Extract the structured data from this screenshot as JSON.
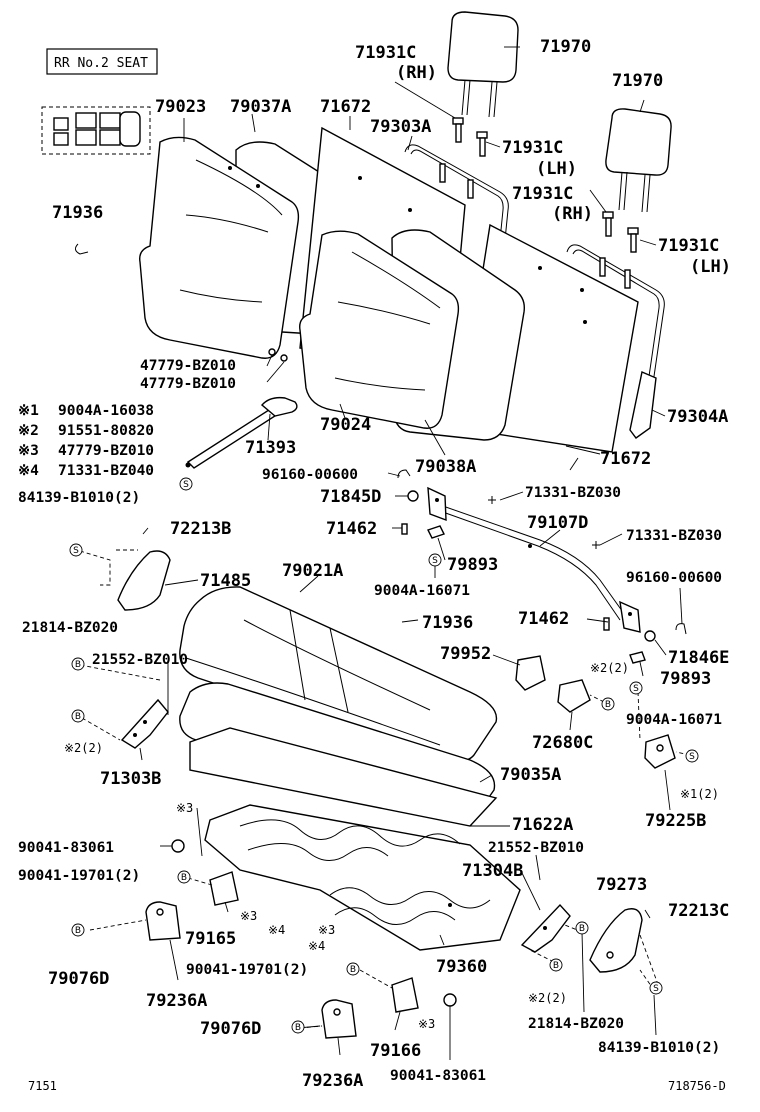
{
  "header": {
    "seat_tag": "RR No.2 SEAT"
  },
  "footer": {
    "left_code": "7151",
    "right_code": "718756-D"
  },
  "legend": [
    {
      "mark": "※1",
      "part": "9004A-16038"
    },
    {
      "mark": "※2",
      "part": "91551-80820"
    },
    {
      "mark": "※3",
      "part": "47779-BZ010"
    },
    {
      "mark": "※4",
      "part": "71331-BZ040"
    }
  ],
  "symbols": {
    "s": "S",
    "b": "B"
  },
  "labels": {
    "l71931c_rh_top": "71931C",
    "rh_top": "(RH)",
    "l71970_top": "71970",
    "l71970_right": "71970",
    "l79023": "79023",
    "l79037a": "79037A",
    "l71672_top": "71672",
    "l79303a": "79303A",
    "l71931c_lh_top": "71931C",
    "lh_top": "(LH)",
    "l71931c_rh_mid": "71931C",
    "rh_mid": "(RH)",
    "l71931c_lh_mid": "71931C",
    "lh_mid": "(LH)",
    "l71936_left": "71936",
    "l47779_a": "47779-BZ010",
    "l47779_b": "47779-BZ010",
    "l71393": "71393",
    "l79024": "79024",
    "l79038a": "79038A",
    "l71672_bot": "71672",
    "l79304a": "79304A",
    "l96160_a": "96160-00600",
    "l71331_bz030_a": "71331-BZ030",
    "l71845d": "71845D",
    "l79107d": "79107D",
    "l71462_a": "71462",
    "l71331_bz030_b": "71331-BZ030",
    "l79893_a": "79893",
    "l9004a_a": "9004A-16071",
    "l96160_b": "96160-00600",
    "l84139_left": "84139-B1010(2)",
    "l72213b": "72213B",
    "l71485": "71485",
    "l79021a": "79021A",
    "l71936_mid": "71936",
    "l71462_b": "71462",
    "l21814_left": "21814-BZ020",
    "l21552_left": "21552-BZ010",
    "l79952": "79952",
    "l71846e": "71846E",
    "l2x2_mid": "※2(2)",
    "l79893_b": "79893",
    "l9004a_b": "9004A-16071",
    "l72680c": "72680C",
    "l2x2_left": "※2(2)",
    "l71303b": "71303B",
    "l79035a": "79035A",
    "l1x2": "※1(2)",
    "l79225b": "79225B",
    "l3_a": "※3",
    "l71622a": "71622A",
    "l90041_83061_left": "90041-83061",
    "l21552_right": "21552-BZ010",
    "l90041_19701_left": "90041-19701(2)",
    "l71304b": "71304B",
    "l79273": "79273",
    "l3_b": "※3",
    "l4_a": "※4",
    "l79165": "79165",
    "l72213c": "72213C",
    "l3_c": "※3",
    "l4_b": "※4",
    "l79360": "79360",
    "l79076d_left": "79076D",
    "l90041_19701_mid": "90041-19701(2)",
    "l79236a_left": "79236A",
    "l3_d": "※3",
    "l2x2_right": "※2(2)",
    "l21814_right": "21814-BZ020",
    "l79076d_bot": "79076D",
    "l79166": "79166",
    "l84139_right": "84139-B1010(2)",
    "l90041_83061_bot": "90041-83061",
    "l79236a_bot": "79236A"
  }
}
